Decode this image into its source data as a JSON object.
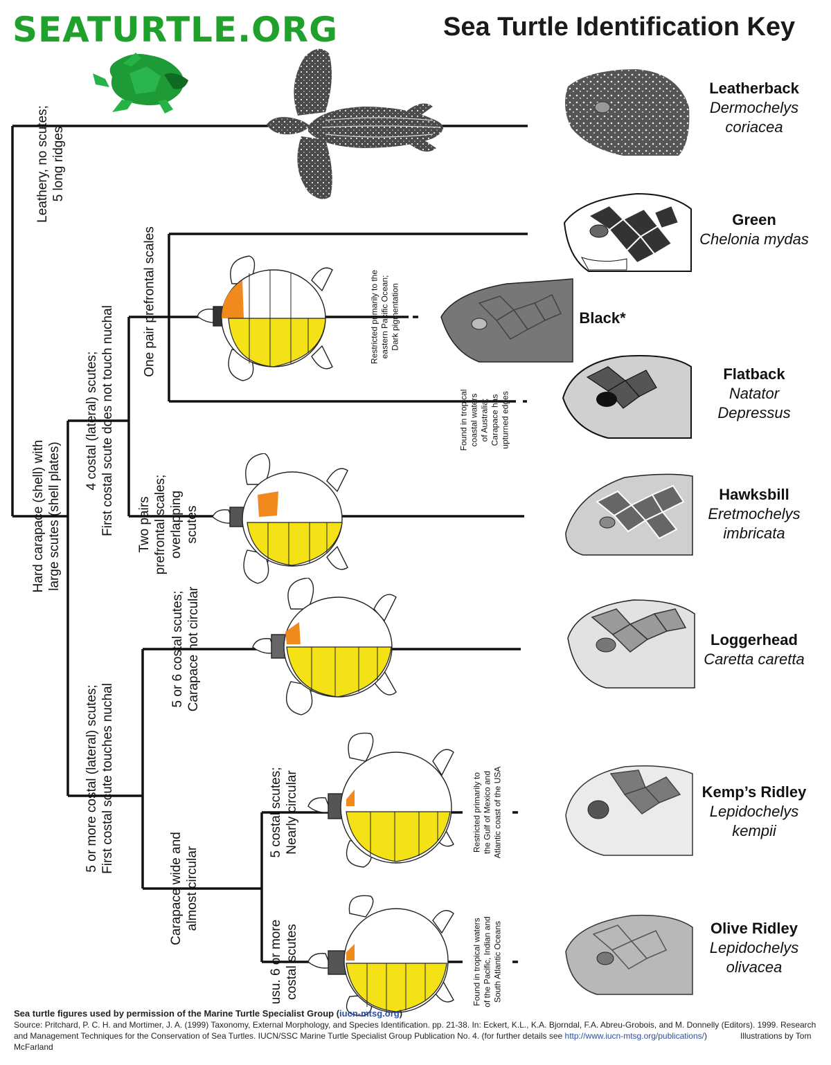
{
  "header": {
    "logo_text": "SEATURTLE.ORG",
    "title": "Sea Turtle Identification Key"
  },
  "key": {
    "leathery": [
      "Leathery, no scutes;",
      "5 long ridges"
    ],
    "hard": [
      "Hard carapace (shell) with",
      "large scutes (shell plates)"
    ],
    "four_costal": [
      "4 costal (lateral) scutes;",
      "First costal scute does not touch nuchal"
    ],
    "one_pair": [
      "One pair prefrontal scales"
    ],
    "two_pairs": [
      "Two pairs",
      "prefrontal scales;",
      "overlapping",
      "scutes"
    ],
    "five_more": [
      "5 or more costal (lateral) scutes;",
      "First costal scute touches nuchal"
    ],
    "five_six": [
      "5 or 6 costal scutes;",
      "Carapace not circular"
    ],
    "wide_circular": [
      "Carapace wide and",
      "almost circular"
    ],
    "five_nearly": [
      "5 costal scutes;",
      "Nearly circular"
    ],
    "six_more": [
      "usu. 6 or more",
      "costal scutes"
    ]
  },
  "notes": {
    "black": [
      "Restricted primarily to the",
      "eastern Pacific Ocean;",
      "Dark pigmentation"
    ],
    "flatback": [
      "Found in tropical",
      "coastal waters",
      "of Australia;",
      "Carapace has",
      "upturned edges"
    ],
    "kemps": [
      "Restricted primarily to",
      "the Gulf of Mexico and",
      "Atlantic coast of the USA"
    ],
    "olive": [
      "Found in tropical waters",
      "of the Pacific, Indian and",
      "South Atlantic Oceans"
    ]
  },
  "species": [
    {
      "common": "Leatherback",
      "scientific": [
        "Dermochelys",
        "coriacea"
      ]
    },
    {
      "common": "Green",
      "scientific": [
        "Chelonia mydas"
      ]
    },
    {
      "common": "Black*",
      "scientific": []
    },
    {
      "common": "Flatback",
      "scientific": [
        "Natator",
        "Depressus"
      ]
    },
    {
      "common": "Hawksbill",
      "scientific": [
        "Eretmochelys",
        "imbricata"
      ]
    },
    {
      "common": "Loggerhead",
      "scientific": [
        "Caretta caretta"
      ]
    },
    {
      "common": "Kemp’s Ridley",
      "scientific": [
        "Lepidochelys",
        "kempii"
      ]
    },
    {
      "common": "Olive Ridley",
      "scientific": [
        "Lepidochelys",
        "olivacea"
      ]
    }
  ],
  "footer": {
    "credit": "Sea turtle figures used by permission of the Marine Turtle Specialist Group (",
    "credit_link": "iucn-mtsg.org",
    "credit_end": ")",
    "source": "Source: Pritchard, P. C. H. and Mortimer, J. A. (1999) Taxonomy, External Morphology, and Species Identification. pp. 21-38. In: Eckert, K.L., K.A. Bjorndal, F.A. Abreu-Grobois, and M. Donnelly (Editors). 1999. Research and Management Techniques for the Conservation of Sea Turtles. IUCN/SSC Marine Turtle Specialist Group Publication No. 4. (for further details see",
    "source_link": "http://www.iucn-mtsg.org/publications/",
    "source_end": ")",
    "illustrator": "Illustrations by Tom McFarland"
  },
  "colors": {
    "logo": "#1fa12c",
    "highlight_orange": "#f08a1c",
    "highlight_yellow": "#f5e216",
    "link": "#2b4ea0"
  }
}
